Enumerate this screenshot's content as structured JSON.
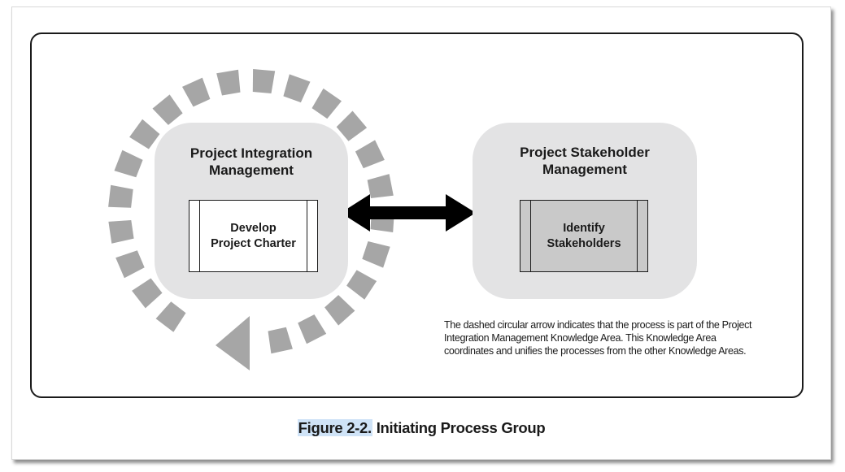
{
  "areas": {
    "integration": {
      "title_line1": "Project Integration",
      "title_line2": "Management",
      "process_line1": "Develop",
      "process_line2": "Project Charter"
    },
    "stakeholder": {
      "title_line1": "Project Stakeholder",
      "title_line2": "Management",
      "process_line1": "Identify",
      "process_line2": "Stakeholders"
    }
  },
  "note": "The dashed circular arrow indicates that the process is part of the Project Integration Management Knowledge Area. This Knowledge Area coordinates and unifies the processes from the other Knowledge Areas.",
  "caption": {
    "label": "Figure 2-2.",
    "title": " Initiating Process Group"
  },
  "colors": {
    "area_fill": "#e3e3e4",
    "ring": "#a6a6a6",
    "process_highlight": "#c9c9c9",
    "arrow": "#000000"
  }
}
